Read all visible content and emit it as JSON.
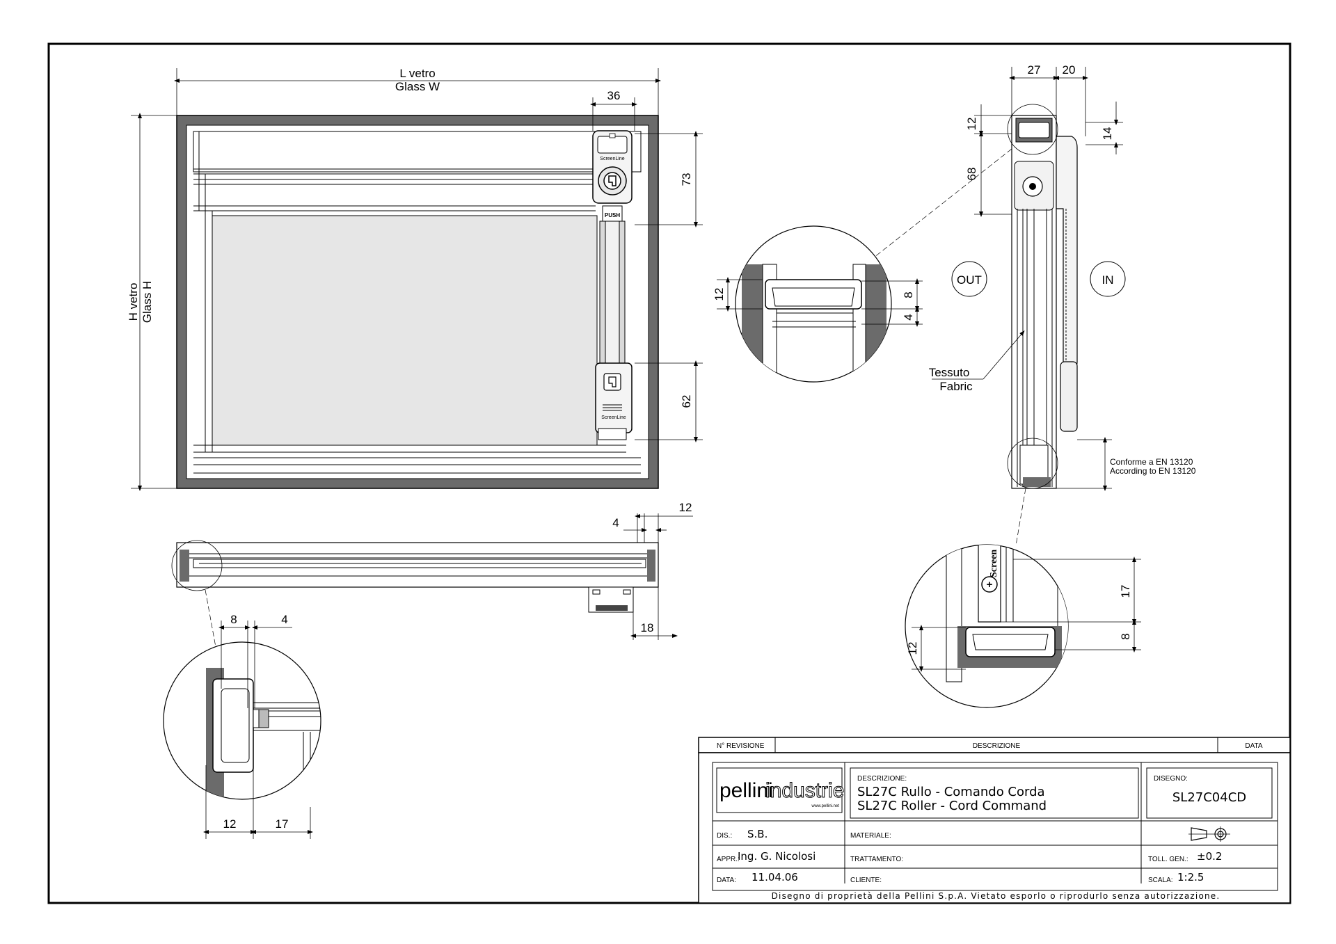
{
  "front_view": {
    "width_label_it": "L vetro",
    "width_label_en": "Glass W",
    "height_label_it": "H vetro",
    "height_label_en": "Glass H",
    "dim_top_handle": "36",
    "dim_top_box": "73",
    "dim_bottom_box": "62",
    "brand_mark": "ScreenLine",
    "push_label": "PUSH"
  },
  "plan_view": {
    "dim_4": "4",
    "dim_12": "12",
    "dim_18": "18"
  },
  "detail_left": {
    "dim_8": "8",
    "dim_4": "4",
    "dim_12": "12",
    "dim_17": "17"
  },
  "section_view": {
    "dim_27": "27",
    "dim_20": "20",
    "dim_12": "12",
    "dim_14": "14",
    "dim_68": "68",
    "out_label": "OUT",
    "in_label": "IN",
    "fabric_it": "Tessuto",
    "fabric_en": "Fabric",
    "compliance_it": "Conforme a EN 13120",
    "compliance_en": "According to EN 13120",
    "detail_top": {
      "dim_12": "12",
      "dim_8": "8",
      "dim_4": "4"
    },
    "detail_bottom": {
      "dim_17": "17",
      "dim_8": "8",
      "dim_12": "12",
      "brand": "Screen"
    }
  },
  "title_block": {
    "revision_header": "N° REVISIONE",
    "description_header": "DESCRIZIONE",
    "date_header": "DATA",
    "logo_left": "pellini",
    "logo_right": "industrie",
    "logo_url": "www.pellini.net",
    "descr_label": "DESCRIZIONE:",
    "descr_line1": "SL27C Rullo - Comando Corda",
    "descr_line2": "SL27C Roller - Cord Command",
    "drawing_label": "DISEGNO:",
    "drawing_code": "SL27C04CD",
    "dis_label": "DIS.:",
    "dis_value": "S.B.",
    "appr_label": "APPR.:",
    "appr_value": "Ing. G. Nicolosi",
    "data_label": "DATA:",
    "data_value": "11.04.06",
    "materiale_label": "MATERIALE:",
    "trattamento_label": "TRATTAMENTO:",
    "cliente_label": "CLIENTE:",
    "toll_label": "TOLL. GEN.:",
    "toll_value": "±0.2",
    "scala_label": "SCALA:",
    "scala_value": "1:2.5",
    "footer": "Disegno di proprietà della Pellini S.p.A. Vietato esporlo o riprodurlo senza autorizzazione."
  }
}
